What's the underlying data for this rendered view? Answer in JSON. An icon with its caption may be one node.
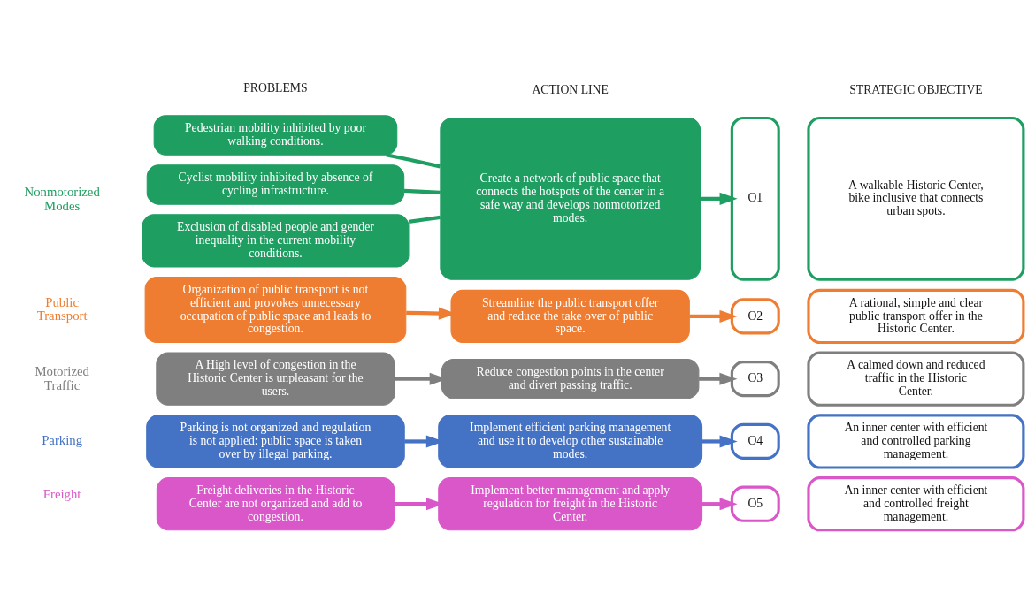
{
  "diagram": {
    "nodes": [
      {
        "text": [
          "Pedestrian mobility inhibited by poor walking conditions."
        ]
      },
      {
        "text": [
          "Cyclist mobility inhibited by absence of cycling infrastructure."
        ]
      },
      {
        "text": [
          "Exclusion of disabled people and gender inequality in the current mobility conditions."
        ]
      },
      {
        "text": [
          "Create a network of public space that connects the hotspots of the center in a safe way and develops nonmotorized modes."
        ]
      },
      {
        "text": [
          "O1"
        ]
      },
      {
        "text": [
          "A walkable Historic Center, bike inclusive that connects urban spots."
        ]
      },
      {
        "text": [
          "Organization of public transport is not efficient and provokes unnecessary occupation of public space and leads to congestion."
        ]
      },
      {
        "text": [
          "Streamline the public transport offer and reduce the take over of public space."
        ]
      },
      {
        "text": [
          "O2"
        ]
      },
      {
        "text": [
          "A rational, simple and clear public transport offer in the Historic Center."
        ]
      },
      {
        "text": [
          "A High level of congestion in the Historic Center is unpleasant for the users."
        ]
      },
      {
        "text": [
          "Reduce congestion points in the center and divert passing traffic."
        ]
      },
      {
        "text": [
          "O3"
        ]
      },
      {
        "text": [
          "A calmed down and reduced traffic in the Historic Center."
        ]
      },
      {
        "text": [
          "Parking is not organized and regulation is not applied: public space is taken over by illegal parking."
        ]
      },
      {
        "text": [
          "Implement efficient parking management and use it to develop other sustainable modes."
        ]
      },
      {
        "text": [
          "O4"
        ]
      },
      {
        "text": [
          "An inner center with efficient and controlled parking management."
        ]
      },
      {
        "text": [
          "Freight deliveries in the Historic Center are not organized and add to congestion."
        ]
      },
      {
        "text": [
          "Implement better management and apply regulation for freight in the Historic Center."
        ]
      },
      {
        "text": [
          "O5"
        ]
      },
      {
        "text": [
          "An inner center with efficient and controlled freight management."
        ]
      }
    ],
    "edges": [
      {
        "from": 0,
        "to": 3,
        "arrow": "none",
        "color": "#1f9e62"
      },
      {
        "from": 1,
        "to": 3,
        "arrow": "none",
        "color": "#1f9e62"
      },
      {
        "from": 2,
        "to": 3,
        "arrow": "none",
        "color": "#1f9e62"
      },
      {
        "from": 3,
        "to": 4,
        "arrow": "to",
        "color": "#1f9e62"
      },
      {
        "from": 6,
        "to": 7,
        "arrow": "to",
        "color": "#ee7d31"
      },
      {
        "from": 7,
        "to": 8,
        "arrow": "to",
        "color": "#ee7d31"
      },
      {
        "from": 10,
        "to": 11,
        "arrow": "to",
        "color": "#7f7f7f"
      },
      {
        "from": 11,
        "to": 12,
        "arrow": "to",
        "color": "#7f7f7f"
      },
      {
        "from": 14,
        "to": 15,
        "arrow": "to",
        "color": "#4472c4"
      },
      {
        "from": 15,
        "to": 16,
        "arrow": "to",
        "color": "#4472c4"
      },
      {
        "from": 18,
        "to": 19,
        "arrow": "to",
        "color": "#d957c9"
      },
      {
        "from": 19,
        "to": 20,
        "arrow": "to",
        "color": "#d957c9"
      }
    ],
    "labels": [
      "PROBLEMS",
      "ACTION LINE",
      "STRATEGIC OBJECTIVE",
      "Nonmotorized Modes",
      "Public Transport",
      "Motorized Traffic",
      "Parking",
      "Freight"
    ]
  }
}
